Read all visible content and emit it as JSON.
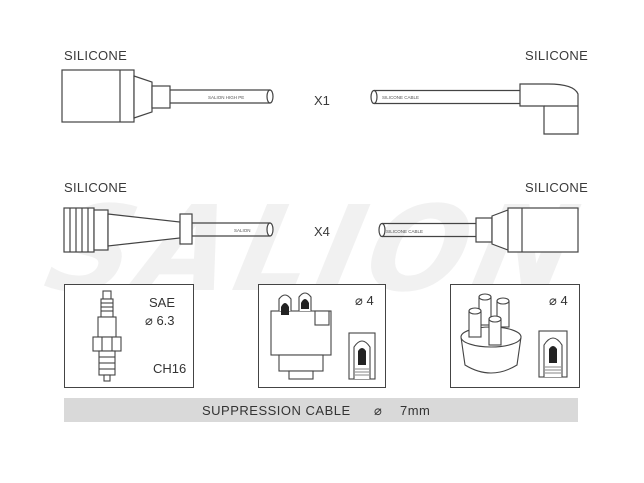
{
  "watermark": "SALION",
  "rows": [
    {
      "left_label": "SILICONE",
      "right_label": "SILICONE",
      "quantity": "X1",
      "left_cable_print": "SALION HIGH PE",
      "right_cable_print": "SILICONE CABLE"
    },
    {
      "left_label": "SILICONE",
      "right_label": "SILICONE",
      "quantity": "X4",
      "left_cable_print": "SALION",
      "right_cable_print": "SILICONE CABLE"
    }
  ],
  "boxes": {
    "spark_plug": {
      "line1": "SAE",
      "line2": "6.3",
      "size": "CH16",
      "diameter_symbol": "⌀"
    },
    "distributor_1": {
      "diameter": "4",
      "diameter_symbol": "⌀"
    },
    "distributor_2": {
      "diameter": "4",
      "diameter_symbol": "⌀"
    }
  },
  "footer": {
    "label": "SUPPRESSION CABLE",
    "symbol": "⌀",
    "value": "7mm"
  }
}
